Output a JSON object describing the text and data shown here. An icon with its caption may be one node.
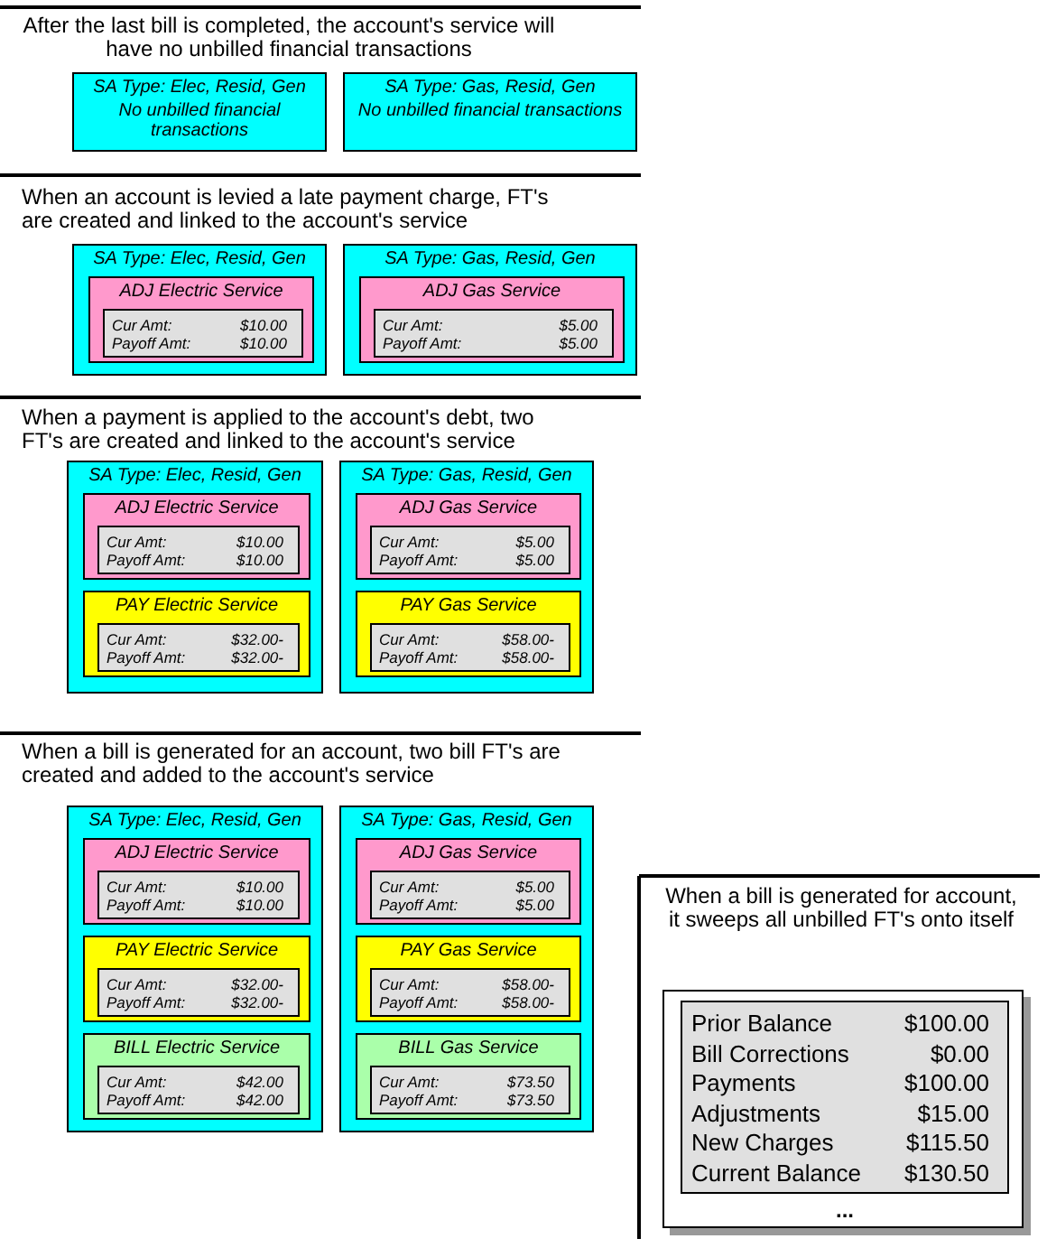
{
  "diagram": {
    "nodes": [
      {
        "text": [
          "SA Type: Elec, Resid, Gen",
          "No unbilled financial transactions"
        ]
      },
      {
        "text": [
          "SA Type: Gas, Resid, Gen",
          "No unbilled financial transactions"
        ]
      },
      {
        "text": [
          "SA Type: Elec, Resid, Gen"
        ]
      },
      {
        "text": [
          "ADJ Electric Service"
        ],
        "in": 2
      },
      {
        "text": [
          "Cur Amt:",
          "$10.00",
          "Payoff Amt:",
          "$10.00"
        ],
        "in": 3
      },
      {
        "text": [
          "SA Type: Gas, Resid, Gen"
        ]
      },
      {
        "text": [
          "ADJ Gas Service"
        ],
        "in": 5
      },
      {
        "text": [
          "Cur Amt:",
          "$5.00",
          "Payoff Amt:",
          "$5.00"
        ],
        "in": 6
      },
      {
        "text": [
          "SA Type: Elec, Resid, Gen"
        ]
      },
      {
        "text": [
          "ADJ Electric Service"
        ],
        "in": 8
      },
      {
        "text": [
          "Cur Amt:",
          "$10.00",
          "Payoff Amt:",
          "$10.00"
        ],
        "in": 9
      },
      {
        "text": [
          "PAY Electric Service"
        ],
        "in": 8
      },
      {
        "text": [
          "Cur Amt:",
          "$32.00-",
          "Payoff Amt:",
          "$32.00-"
        ],
        "in": 11
      },
      {
        "text": [
          "SA Type: Gas, Resid, Gen"
        ]
      },
      {
        "text": [
          "ADJ Gas Service"
        ],
        "in": 13
      },
      {
        "text": [
          "Cur Amt:",
          "$5.00",
          "Payoff Amt:",
          "$5.00"
        ],
        "in": 14
      },
      {
        "text": [
          "PAY Gas Service"
        ],
        "in": 13
      },
      {
        "text": [
          "Cur Amt:",
          "$58.00-",
          "Payoff Amt:",
          "$58.00-"
        ],
        "in": 16
      },
      {
        "text": [
          "SA Type: Elec, Resid, Gen"
        ]
      },
      {
        "text": [
          "ADJ Electric Service"
        ],
        "in": 18
      },
      {
        "text": [
          "Cur Amt:",
          "$10.00",
          "Payoff Amt:",
          "$10.00"
        ],
        "in": 19
      },
      {
        "text": [
          "PAY Electric Service"
        ],
        "in": 18
      },
      {
        "text": [
          "Cur Amt:",
          "$32.00-",
          "Payoff Amt:",
          "$32.00-"
        ],
        "in": 21
      },
      {
        "text": [
          "BILL Electric Service"
        ],
        "in": 18
      },
      {
        "text": [
          "Cur Amt:",
          "$42.00",
          "Payoff Amt:",
          "$42.00"
        ],
        "in": 23
      },
      {
        "text": [
          "SA Type: Gas, Resid, Gen"
        ]
      },
      {
        "text": [
          "ADJ Gas Service"
        ],
        "in": 25
      },
      {
        "text": [
          "Cur Amt:",
          "$5.00",
          "Payoff Amt:",
          "$5.00"
        ],
        "in": 26
      },
      {
        "text": [
          "PAY Gas Service"
        ],
        "in": 25
      },
      {
        "text": [
          "Cur Amt:",
          "$58.00-",
          "Payoff Amt:",
          "$58.00-"
        ],
        "in": 28
      },
      {
        "text": [
          "BILL Gas Service"
        ],
        "in": 25
      },
      {
        "text": [
          "Cur Amt:",
          "$73.50",
          "Payoff Amt:",
          "$73.50"
        ],
        "in": 30
      },
      {
        "text": [
          "..."
        ]
      },
      {
        "text": [
          "Prior Balance",
          "$100.00",
          "Bill Corrections",
          "$0.00",
          "Payments",
          "$100.00",
          "Adjustments",
          "$15.00",
          "New Charges",
          "$115.50",
          "Current Balance",
          "$130.50"
        ],
        "in": 32
      }
    ],
    "labels": [
      "After the last bill is completed, the account's service will have no unbilled financial transactions",
      "When an account is levied a late payment charge, FT's are created and linked to the account's service",
      "When a payment is applied to the account's debt, two FT's are created and linked to the account's service",
      "When a bill is generated for an account, two bill FT's are created and added to the account's service",
      "When a bill is generated for account, it sweeps all unbilled FT's onto itself"
    ]
  }
}
